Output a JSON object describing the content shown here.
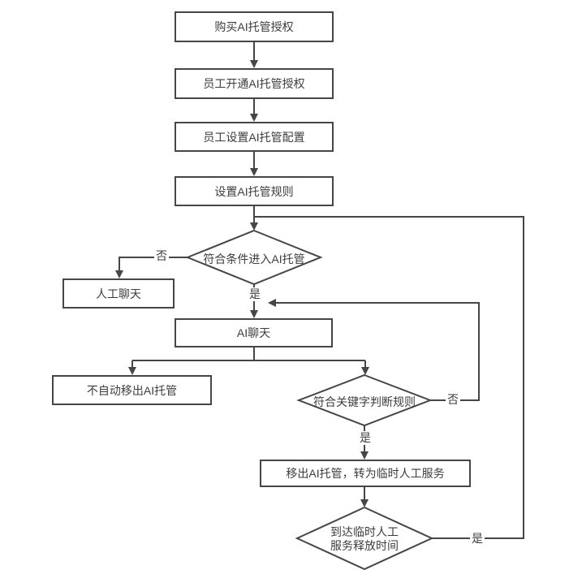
{
  "diagram": {
    "nodes": {
      "buy_auth": {
        "type": "process",
        "label": "购买AI托管授权"
      },
      "staff_activate": {
        "type": "process",
        "label": "员工开通AI托管授权"
      },
      "staff_config": {
        "type": "process",
        "label": "员工设置AI托管配置"
      },
      "set_rules": {
        "type": "process",
        "label": "设置AI托管规则"
      },
      "check_enter": {
        "type": "decision",
        "label": "符合条件进入AI托管"
      },
      "manual_chat": {
        "type": "process",
        "label": "人工聊天"
      },
      "ai_chat": {
        "type": "process",
        "label": "AI聊天"
      },
      "no_auto_remove": {
        "type": "process",
        "label": "不自动移出AI托管"
      },
      "check_keyword": {
        "type": "decision",
        "label": "符合关键字判断规则"
      },
      "remove_to_manual": {
        "type": "process",
        "label": "移出AI托管，转为临时人工服务"
      },
      "check_release_time": {
        "type": "decision",
        "label": "到达临时人工\n服务释放时间"
      }
    },
    "branch_labels": {
      "yes": "是",
      "no": "否"
    },
    "colors": {
      "line": "#464646",
      "text": "#3d3d3d",
      "node_fill": "#ffffff",
      "background": "#ffffff"
    }
  }
}
